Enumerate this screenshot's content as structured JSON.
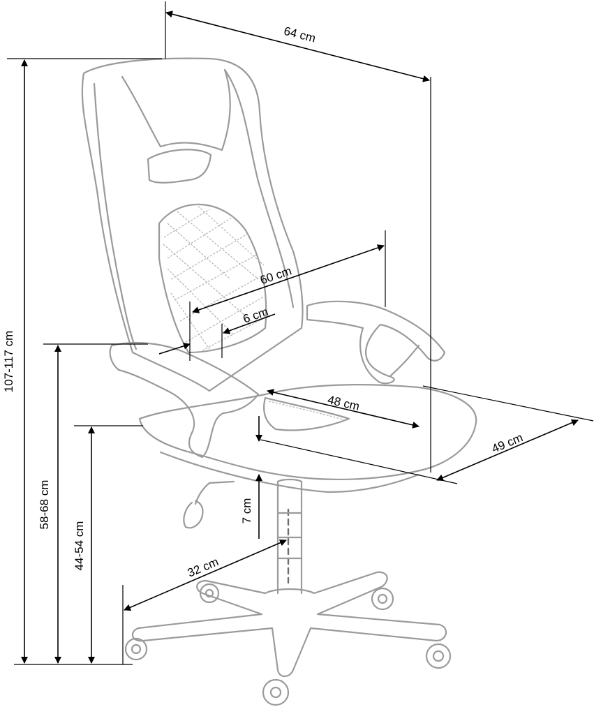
{
  "diagram": {
    "dimensions": {
      "width": "64 cm",
      "total_height": "107-117 cm",
      "backrest_height": "60 cm",
      "lumbar_thickness": "6 cm",
      "seat_depth": "48 cm",
      "seat_width": "49 cm",
      "armrest_height": "58-68 cm",
      "seat_height": "44-54 cm",
      "height_adjustment": "7 cm",
      "base_radius": "32 cm"
    }
  }
}
